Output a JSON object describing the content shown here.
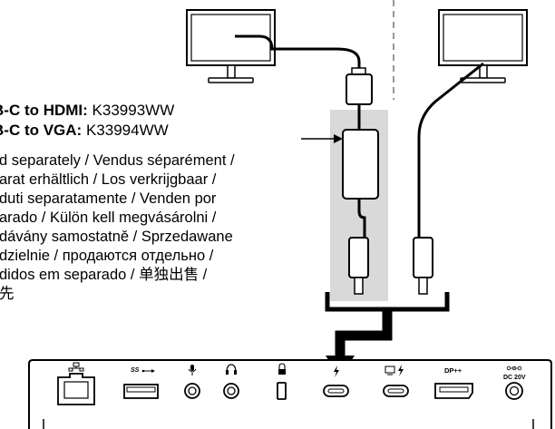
{
  "adapters": [
    {
      "label": "B-C to HDMI:",
      "part": "K33993WW"
    },
    {
      "label": "B-C to VGA:",
      "part": "K33994WW"
    }
  ],
  "sold_separately_lines": [
    "d separately / Vendus séparément /",
    "arat erhältlich / Los verkrijgbaar /",
    "duti separatamente / Venden por",
    "arado / Külön kell megvásárolni /",
    "dávány samostatně / Sprzedawane",
    "dzielnie / продаются отдельно /",
    "didos em separado / 单独出售 /",
    "先"
  ],
  "ports": {
    "ethernet": {
      "icon": "network-icon"
    },
    "usb_a": {
      "label": "SS",
      "icon": "usb-superspeed-icon"
    },
    "mic": {
      "icon": "microphone-icon"
    },
    "headphone": {
      "icon": "headphone-icon"
    },
    "lock": {
      "icon": "lock-icon"
    },
    "usb_c_thunderbolt": {
      "icon": "lightning-icon"
    },
    "usb_c_display": {
      "icon": "monitor-lightning-icon"
    },
    "displayport": {
      "label": "DP++"
    },
    "dc_in": {
      "label": "DC 20V"
    }
  },
  "colors": {
    "highlight_panel": "#d9d9d9",
    "line": "#000000",
    "background": "#ffffff"
  }
}
